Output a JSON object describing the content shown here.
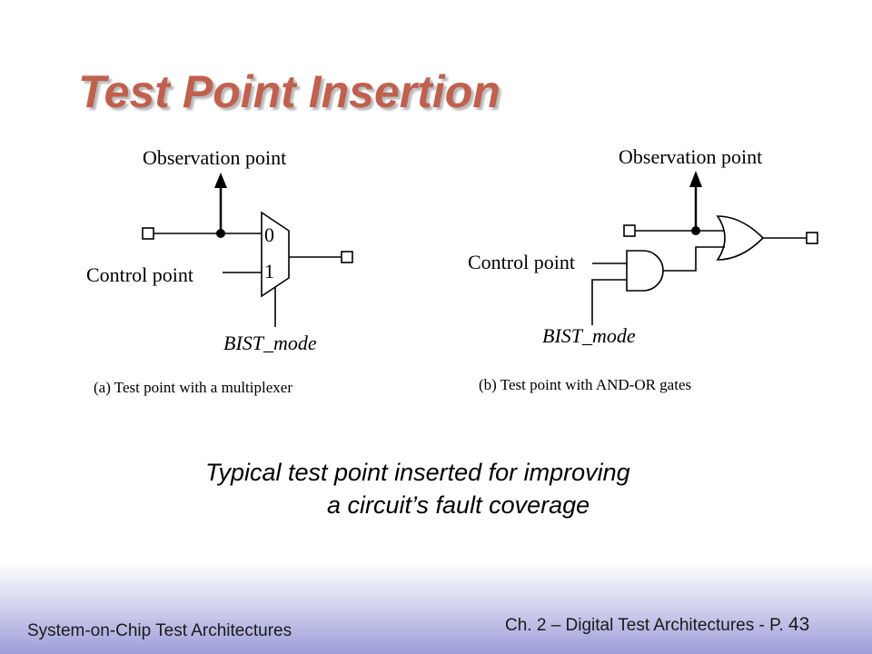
{
  "slide": {
    "title": "Test Point Insertion",
    "subtitle_line1": "Typical test point inserted for improving",
    "subtitle_line2": "a circuit’s fault coverage"
  },
  "diagram_a": {
    "observation_label": "Observation point",
    "control_label": "Control point",
    "bist_label": "BIST_mode",
    "mux_input0": "0",
    "mux_input1": "1",
    "caption": "(a) Test point with a multiplexer"
  },
  "diagram_b": {
    "observation_label": "Observation point",
    "control_label": "Control point",
    "bist_label": "BIST_mode",
    "caption": "(b) Test point with AND-OR gates"
  },
  "footer": {
    "left_text": "System-on-Chip Test Architectures",
    "chapter_text": "Ch. 2 – Digital Test Architectures - P.",
    "page_number": "43"
  },
  "colors": {
    "title": "#c0604e",
    "footer_gradient_end": "#9c9ed8"
  }
}
